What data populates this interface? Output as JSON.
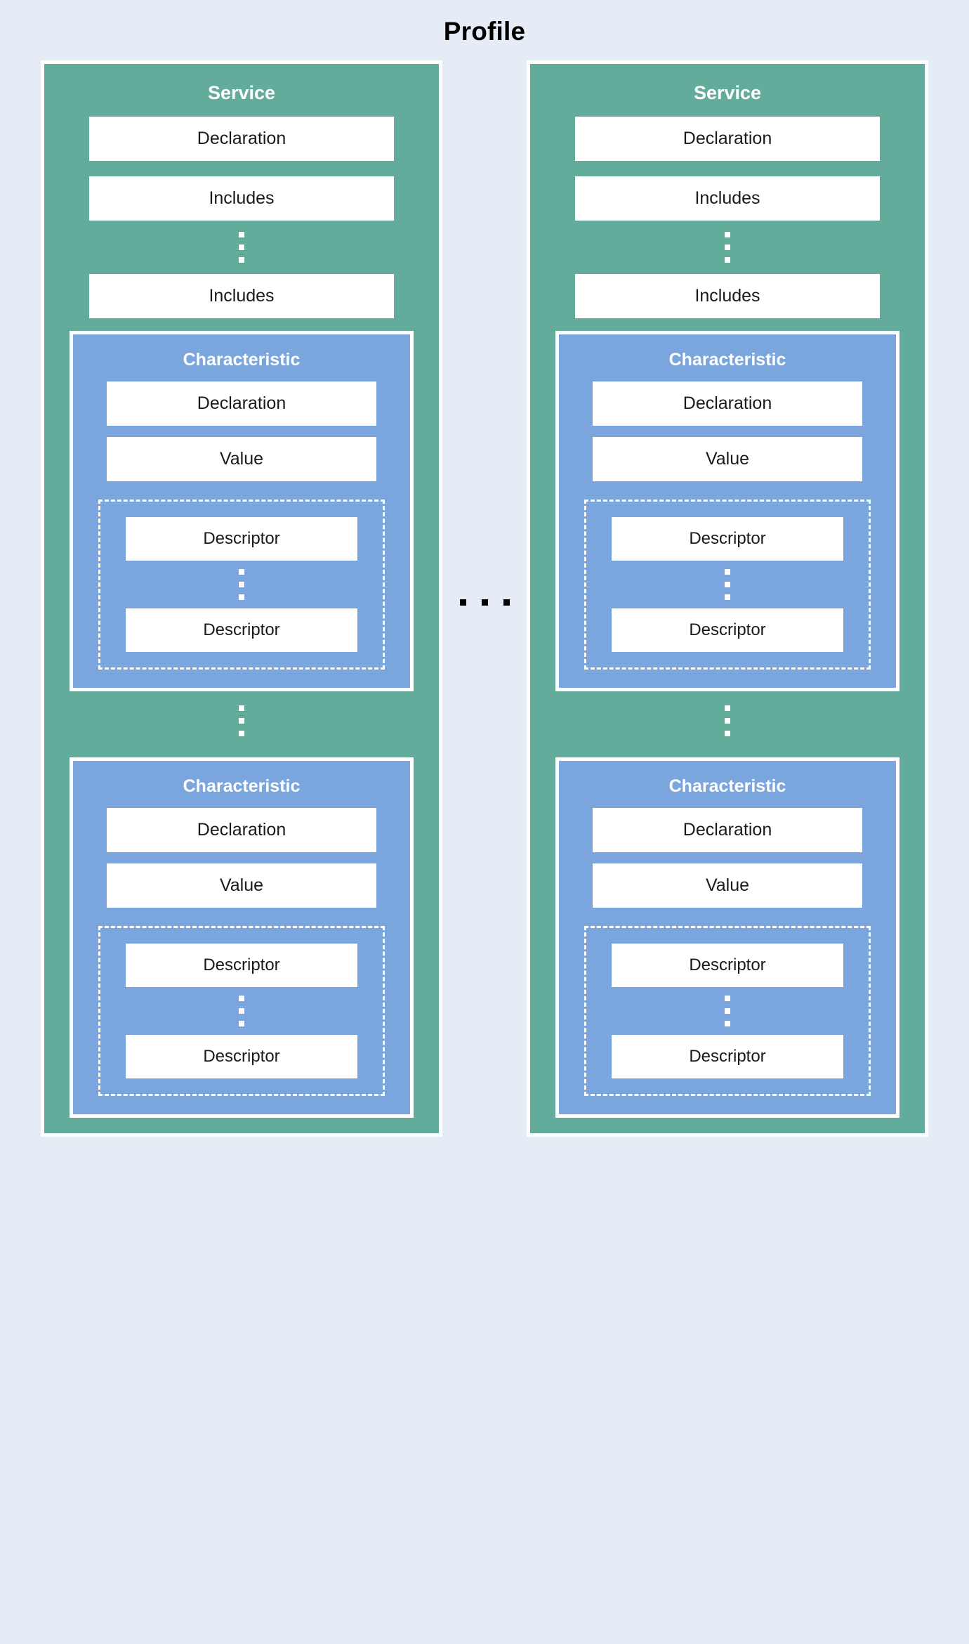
{
  "diagram": {
    "title": "Profile",
    "background_color": "#e6ecf5",
    "service_color": "#63ab9a",
    "characteristic_color": "#7aa5dd",
    "leaf_color": "#ffffff",
    "border_color": "#ffffff",
    "ellipsis_between_columns": [
      "▪",
      "▪",
      "▪"
    ],
    "services": [
      {
        "title": "Service",
        "declaration_label": "Declaration",
        "includes_first_label": "Includes",
        "includes_last_label": "Includes",
        "includes_ellipsis": [
          "▪",
          "▪",
          "▪"
        ],
        "characteristic_ellipsis": [
          "▪",
          "▪",
          "▪"
        ],
        "characteristics": [
          {
            "title": "Characteristic",
            "declaration_label": "Declaration",
            "value_label": "Value",
            "descriptor_first_label": "Descriptor",
            "descriptor_last_label": "Descriptor",
            "descriptor_ellipsis": [
              "▪",
              "▪",
              "▪"
            ]
          },
          {
            "title": "Characteristic",
            "declaration_label": "Declaration",
            "value_label": "Value",
            "descriptor_first_label": "Descriptor",
            "descriptor_last_label": "Descriptor",
            "descriptor_ellipsis": [
              "▪",
              "▪",
              "▪"
            ]
          }
        ]
      },
      {
        "title": "Service",
        "declaration_label": "Declaration",
        "includes_first_label": "Includes",
        "includes_last_label": "Includes",
        "includes_ellipsis": [
          "▪",
          "▪",
          "▪"
        ],
        "characteristic_ellipsis": [
          "▪",
          "▪",
          "▪"
        ],
        "characteristics": [
          {
            "title": "Characteristic",
            "declaration_label": "Declaration",
            "value_label": "Value",
            "descriptor_first_label": "Descriptor",
            "descriptor_last_label": "Descriptor",
            "descriptor_ellipsis": [
              "▪",
              "▪",
              "▪"
            ]
          },
          {
            "title": "Characteristic",
            "declaration_label": "Declaration",
            "value_label": "Value",
            "descriptor_first_label": "Descriptor",
            "descriptor_last_label": "Descriptor",
            "descriptor_ellipsis": [
              "▪",
              "▪",
              "▪"
            ]
          }
        ]
      }
    ]
  }
}
